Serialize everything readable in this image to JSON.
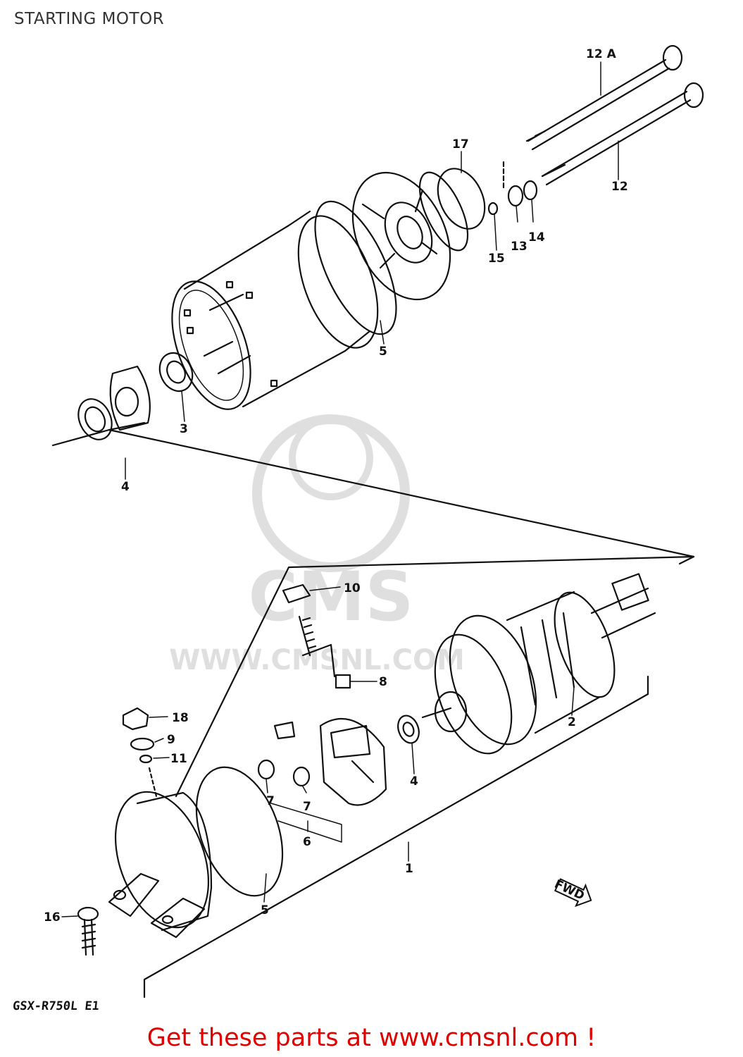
{
  "page": {
    "title": "STARTING MOTOR",
    "model_code": "GSX-R750L E1",
    "footer_link": "Get these parts at www.cmsnl.com !"
  },
  "watermark": {
    "brand": "CMS",
    "url": "WWW.CMSNL.COM"
  },
  "callouts": {
    "c1": "1",
    "c2": "2",
    "c3": "3",
    "c4a": "4",
    "c4b": "4",
    "c5a": "5",
    "c5b": "5",
    "c6": "6",
    "c7a": "7",
    "c7b": "7",
    "c8": "8",
    "c9": "9",
    "c10": "10",
    "c11": "11",
    "c12": "12",
    "c12a": "12 A",
    "c13": "13",
    "c14": "14",
    "c15": "15",
    "c16": "16",
    "c17": "17",
    "c18": "18"
  },
  "icons": {
    "front_arrow": "fwd-arrow-icon",
    "front_arrow_label": "FWD"
  },
  "colors": {
    "line": "#111111",
    "footer": "#e00000",
    "watermark": "#dcdcdc"
  }
}
